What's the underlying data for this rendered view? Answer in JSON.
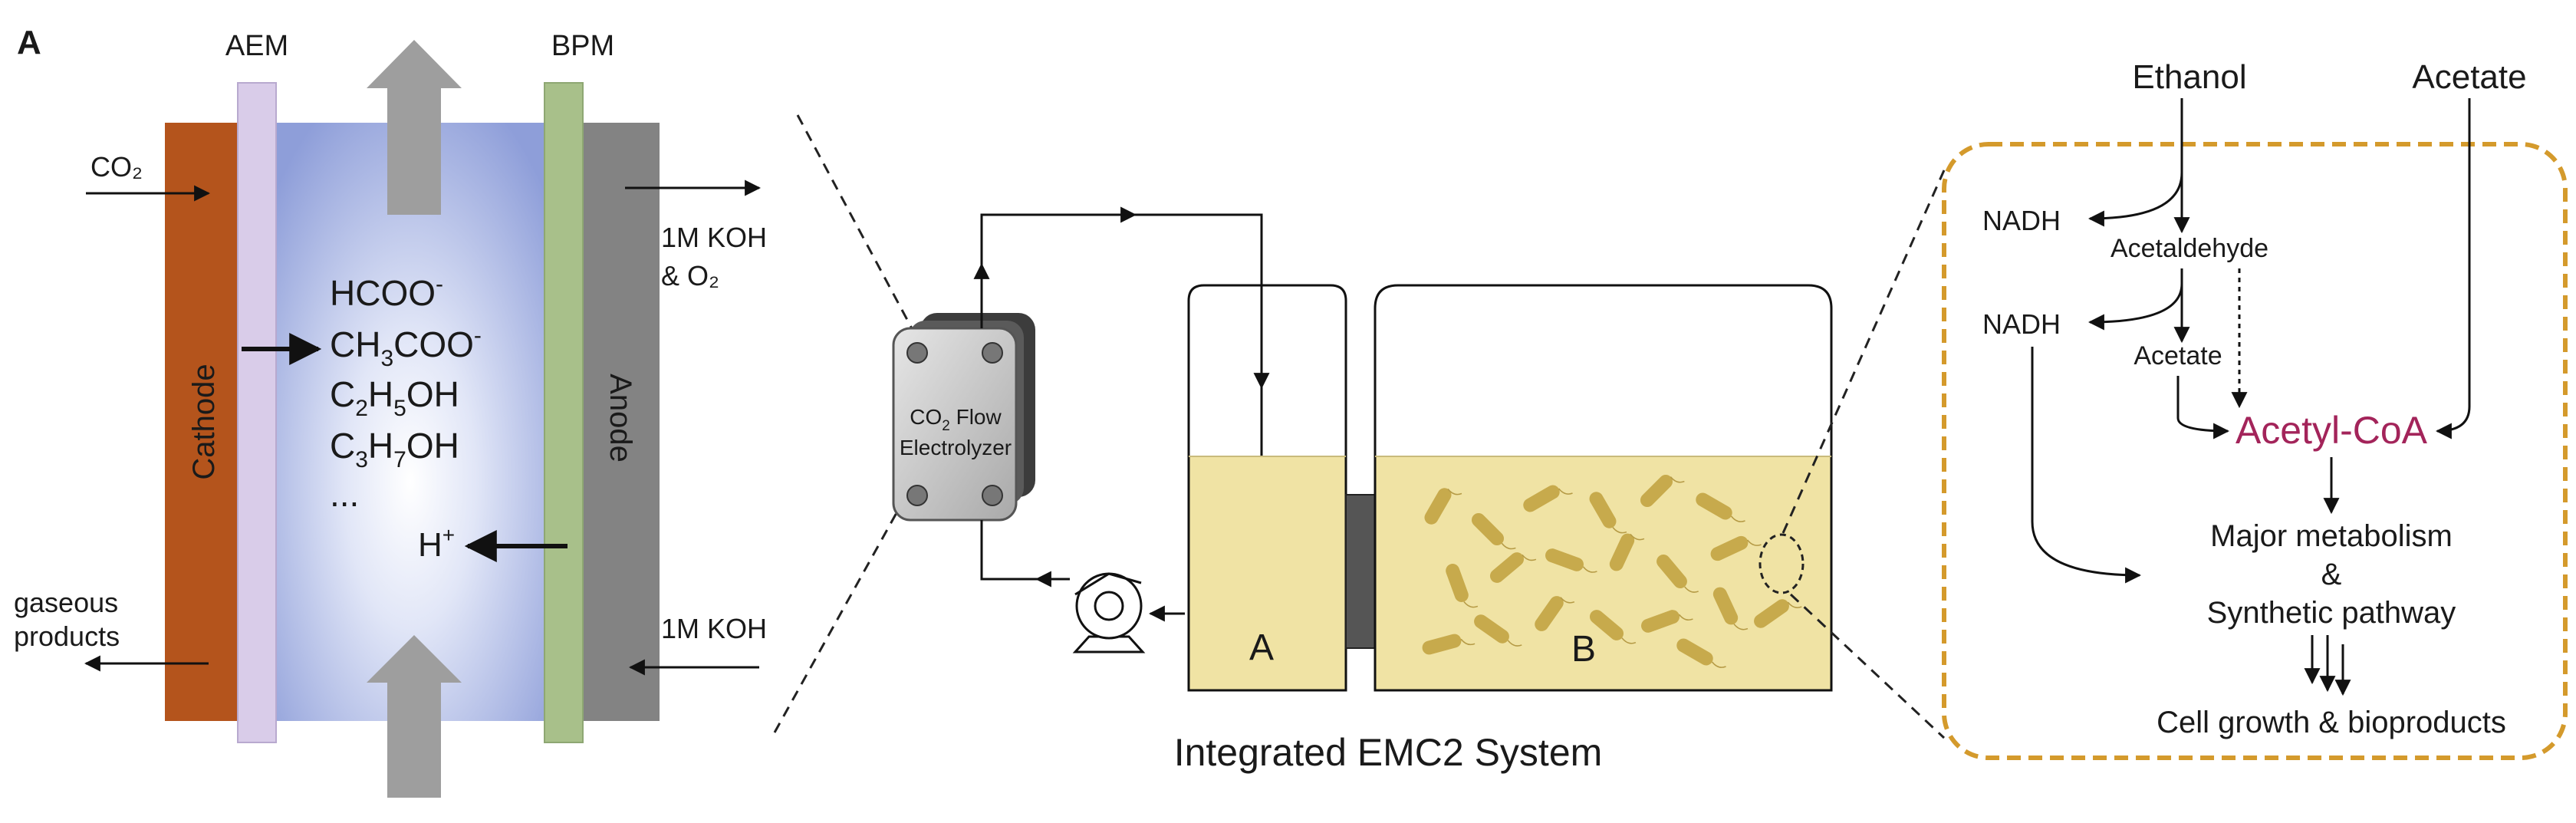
{
  "panel_label": "A",
  "left_cell": {
    "membrane_aem": "AEM",
    "membrane_bpm": "BPM",
    "cathode": "Cathode",
    "anode": "Anode",
    "co2_in": "CO₂",
    "koh_o2_out_line1": "1M KOH",
    "koh_o2_out_line2": "& O₂",
    "koh_in": "1M KOH",
    "gas_out_line1": "gaseous",
    "gas_out_line2": "products",
    "products": [
      {
        "base": "HCOO",
        "sup": "-"
      },
      {
        "base": "CH",
        "sub1": "3",
        "mid": "COO",
        "sup": "-"
      },
      {
        "base": "C",
        "sub1": "2",
        "mid": "H",
        "sub2": "5",
        "tail": "OH"
      },
      {
        "base": "C",
        "sub1": "3",
        "mid": "H",
        "sub2": "7",
        "tail": "OH"
      },
      {
        "base": "..."
      }
    ],
    "proton_base": "H",
    "proton_sup": "+"
  },
  "system": {
    "electrolyzer_line1_base": "CO",
    "electrolyzer_line1_sub": "2",
    "electrolyzer_line1_rest": " Flow",
    "electrolyzer_line2": "Electrolyzer",
    "tank_a": "A",
    "tank_b": "B",
    "caption": "Integrated EMC2 System"
  },
  "pathway": {
    "ethanol": "Ethanol",
    "acetate_top": "Acetate",
    "nadh_1": "NADH",
    "acetaldehyde": "Acetaldehyde",
    "nadh_2": "NADH",
    "acetate_mid": "Acetate",
    "acetyl_coa": "Acetyl-CoA",
    "major_metabolism": "Major metabolism",
    "ampersand": "&",
    "synthetic_pathway": "Synthetic pathway",
    "cell_growth": "Cell growth & bioproducts"
  },
  "colors": {
    "cathode": "#b4541c",
    "anode": "#838383",
    "aem": "#d9cce9",
    "bpm": "#a8c08a",
    "electrolyte_center": "#ffffff",
    "electrolyte_edge": "#8e9ed9",
    "liquid": "#f0e3a4",
    "bacteria": "#c7aa4c",
    "acetyl_coa": "#a3245a",
    "dashed_box": "#d49a2c"
  }
}
